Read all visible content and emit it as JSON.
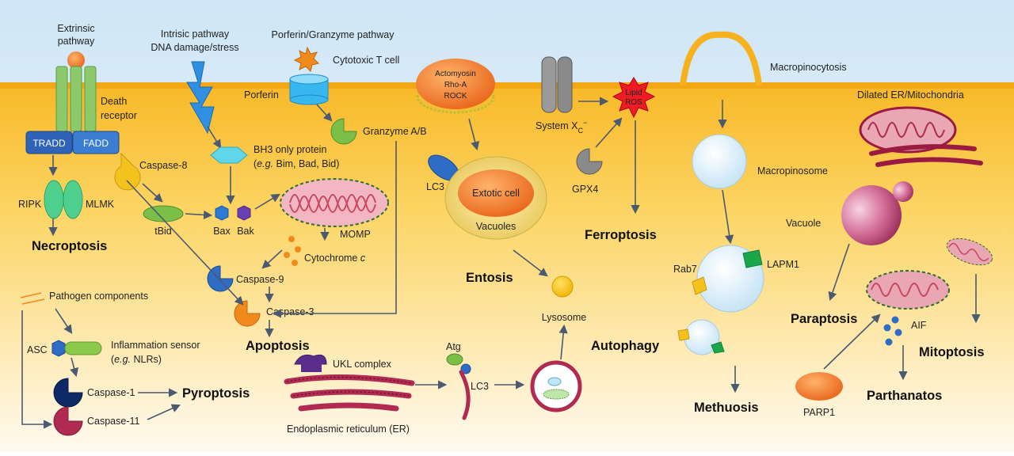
{
  "colors": {
    "membrane": "#f6b21e",
    "cytoplasm_top": "#fbcc45",
    "cytoplasm_bottom": "#fff9e8",
    "sky": "#d9ecf8",
    "arrow": "#4a5a72",
    "mitochondria": "#e9a7b3",
    "er": "#b02a52",
    "caspase_orange": "#f08a1c",
    "caspase_blue": "#2f6cc4"
  },
  "labels": {
    "extrinsic": [
      "Extrinsic",
      "pathway"
    ],
    "death_receptor": [
      "Death",
      "receptor"
    ],
    "tradd": "TRADD",
    "fadd": "FADD",
    "caspase8": "Caspase-8",
    "ripk": "RIPK",
    "mlmk": "MLMK",
    "necroptosis": "Necroptosis",
    "intrinsic": [
      "Intrisic pathway",
      "DNA damage/stress"
    ],
    "porferin_granzyme": "Porferin/Granzyme pathway",
    "cytotoxic_t": "Cytotoxic T cell",
    "porferin": "Porferin",
    "granzyme": "Granzyme A/B",
    "bh3": [
      "BH3 only protein",
      "(e.g. Bim, Bad, Bid)"
    ],
    "tbid": "tBid",
    "bax": "Bax",
    "bak": "Bak",
    "momp": "MOMP",
    "cytochrome": "Cytochrome c",
    "caspase9": "Caspase-9",
    "caspase3": "Caspase-3",
    "apoptosis": "Apoptosis",
    "pathogen": "Pathogen components",
    "asc": "ASC",
    "inflammation": [
      "Inflammation sensor",
      "(e.g. NLRs)"
    ],
    "caspase1": "Caspase-1",
    "caspase11": "Caspase-11",
    "pyroptosis": "Pyroptosis",
    "actomyosin": [
      "Actomyosin",
      "Rho-A",
      "ROCK"
    ],
    "lc3": "LC3",
    "extotic_cell": "Extotic cell",
    "vacuoles": "Vacuoles",
    "entosis": "Entosis",
    "lysosome": "Lysosome",
    "ukl": "UKL complex",
    "er": "Endoplasmic reticulum (ER)",
    "atg": "Atg",
    "lc3b": "LC3",
    "system_xc": "System X",
    "system_xc_sub": "C",
    "system_xc_sup": "−",
    "lipid_ros": [
      "Lipid",
      "ROS"
    ],
    "gpx4": "GPX4",
    "ferroptosis": "Ferroptosis",
    "macropinocytosis": "Macropinocytosis",
    "macropinosome": "Macropinosome",
    "rab7": "Rab7",
    "lapm1": "LAPM1",
    "autophagy": "Autophagy",
    "methuosis": "Methuosis",
    "dilated": "Dilated ER/Mitochondria",
    "vacuole": "Vacuole",
    "paraptosis": "Paraptosis",
    "aif": "AIF",
    "mitoptosis": "Mitoptosis",
    "parp1": "PARP1",
    "parthanatos": "Parthanatos"
  }
}
